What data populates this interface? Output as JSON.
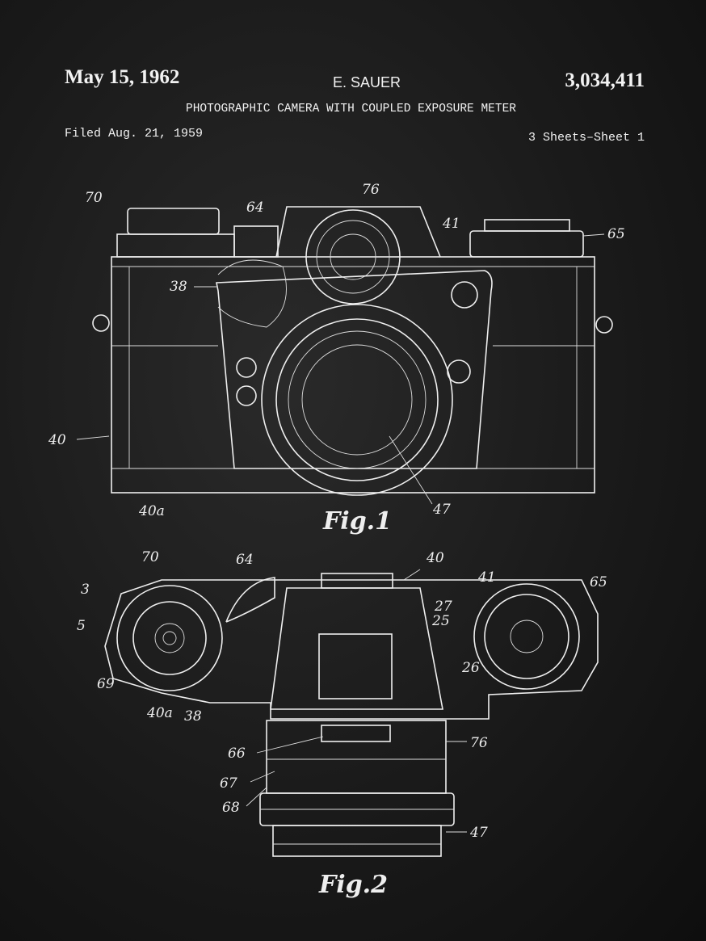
{
  "header": {
    "date": "May 15, 1962",
    "inventor": "E. SAUER",
    "patent_number": "3,034,411",
    "title": "PHOTOGRAPHIC CAMERA WITH COUPLED EXPOSURE METER",
    "filed": "Filed Aug. 21, 1959",
    "sheets": "3 Sheets–Sheet 1"
  },
  "figure1": {
    "caption": "Fig.1",
    "labels": [
      "70",
      "64",
      "76",
      "41",
      "65",
      "38",
      "40",
      "40a",
      "47"
    ]
  },
  "figure2": {
    "caption": "Fig.2",
    "labels": [
      "70",
      "64",
      "40",
      "41",
      "65",
      "3",
      "5",
      "69",
      "40a",
      "38",
      "27",
      "25",
      "26",
      "66",
      "76",
      "67",
      "68",
      "47"
    ]
  },
  "colors": {
    "background": "#1a1a1a",
    "ink": "#eeeeee"
  }
}
